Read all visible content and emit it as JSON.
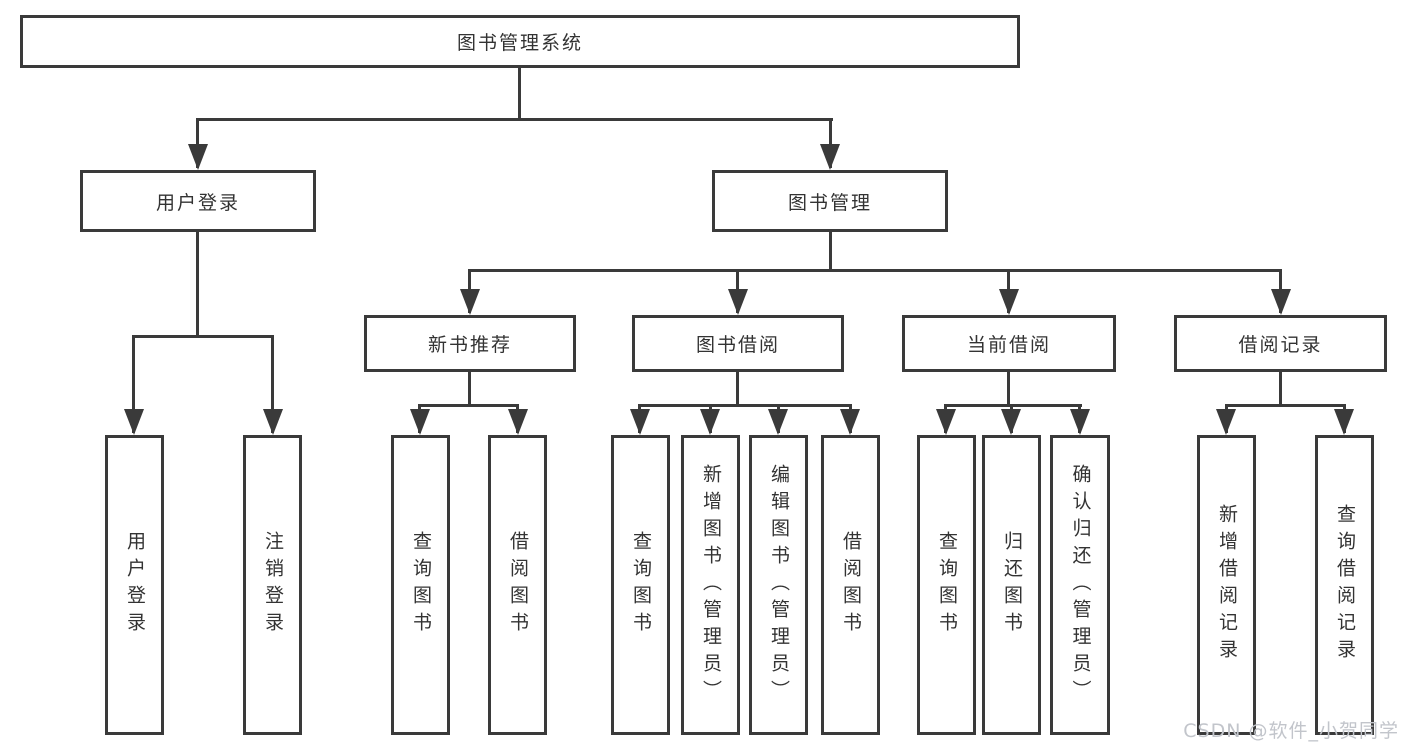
{
  "colors": {
    "line": "#3a3a3a",
    "text": "#333333",
    "background": "#ffffff",
    "watermark": "#c2c5cb"
  },
  "tree": {
    "root": {
      "label": "图书管理系统"
    },
    "level2": [
      {
        "label": "用户登录",
        "leaves": [
          "用户登录",
          "注销登录"
        ]
      },
      {
        "label": "图书管理"
      }
    ],
    "sections": [
      {
        "label": "新书推荐",
        "leaves": [
          "查询图书",
          "借阅图书"
        ]
      },
      {
        "label": "图书借阅",
        "leaves": [
          "查询图书",
          "新增图书（管理员）",
          "编辑图书（管理员）",
          "借阅图书"
        ]
      },
      {
        "label": "当前借阅",
        "leaves": [
          "查询图书",
          "归还图书",
          "确认归还（管理员）"
        ]
      },
      {
        "label": "借阅记录",
        "leaves": [
          "新增借阅记录",
          "查询借阅记录"
        ]
      }
    ]
  },
  "watermark": {
    "text": "CSDN @软件_小贺同学"
  }
}
